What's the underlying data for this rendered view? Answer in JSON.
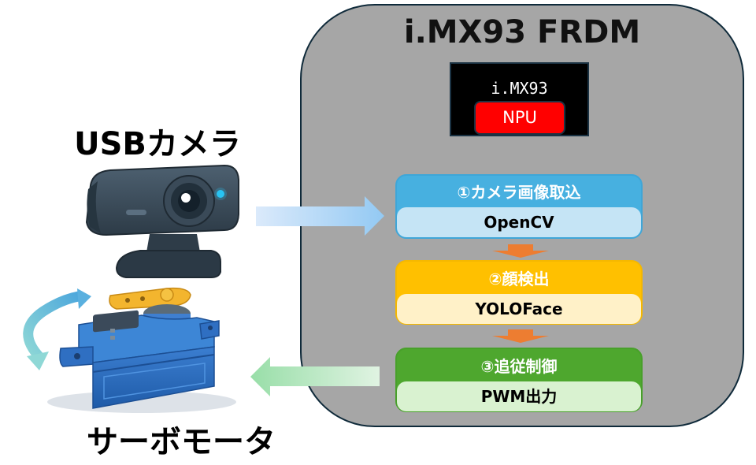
{
  "board": {
    "title": "i.MX93 FRDM",
    "chip": {
      "name": "i.MX93",
      "accelerator": "NPU"
    }
  },
  "devices": {
    "camera": {
      "label": "USBカメラ",
      "icon": "webcam-icon"
    },
    "servo": {
      "label": "サーボモータ",
      "icon": "servo-motor-icon"
    }
  },
  "pipeline": [
    {
      "step": "①カメラ画像取込",
      "tool": "OpenCV",
      "color": "#47b0e0",
      "sub_color": "#c5e4f5"
    },
    {
      "step": "②顔検出",
      "tool": "YOLOFace",
      "color": "#ffc000",
      "sub_color": "#fff1c8"
    },
    {
      "step": "③追従制御",
      "tool": "PWM出力",
      "color": "#4ea72e",
      "sub_color": "#d9f2d0"
    }
  ],
  "flows": {
    "camera_to_board": "input-arrow",
    "board_to_servo": "output-arrow",
    "step_connector_color": "#ed7d31"
  }
}
